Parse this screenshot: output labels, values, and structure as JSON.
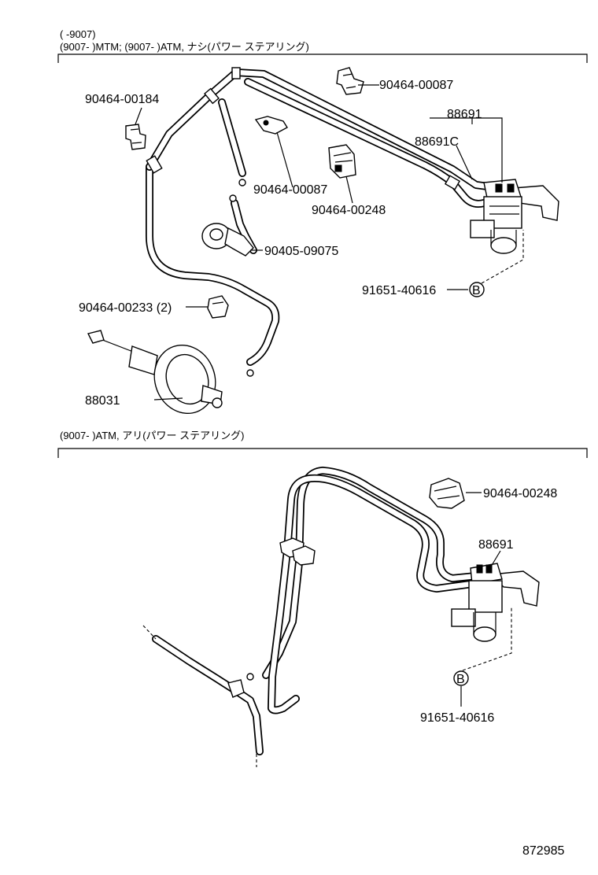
{
  "sections": [
    {
      "condition_lines": [
        "(      -9007)",
        "(9007-       )MTM; (9007-       )ATM, ナシ(パワー  ステアリング)"
      ]
    },
    {
      "condition_lines": [
        "(9007-       )ATM, アリ(パワー  ステアリング)"
      ]
    }
  ],
  "callouts": {
    "top": {
      "p1": "90464-00087",
      "p2": "88691",
      "p3": "88691C",
      "p4": "90464-00184",
      "p5": "90464-00087",
      "p6": "90464-00248",
      "p7": "90405-09075",
      "p8": "91651-40616",
      "p9": "90464-00233 (2)",
      "p10": "88031",
      "ref": "B"
    },
    "bottom": {
      "p1": "90464-00248",
      "p2": "88691",
      "p3": "91651-40616",
      "ref": "B"
    }
  },
  "illustration_number": "872985"
}
